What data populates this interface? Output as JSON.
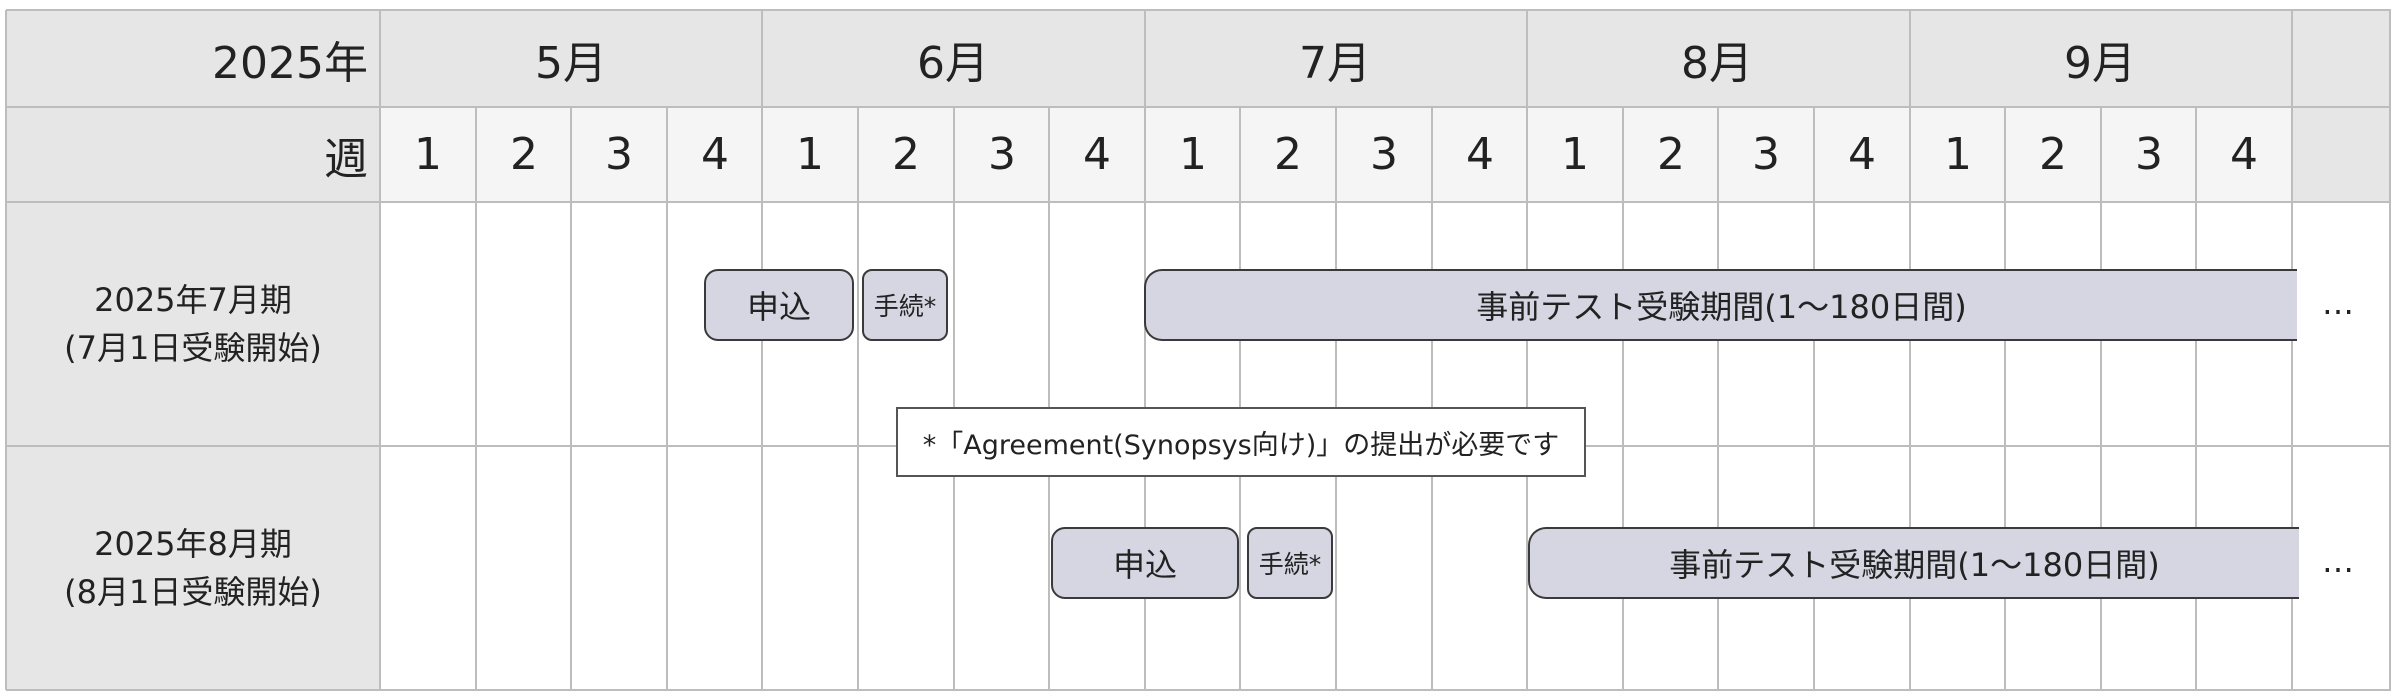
{
  "header": {
    "year_label": "2025年",
    "week_label": "週",
    "months": [
      "5月",
      "6月",
      "7月",
      "8月",
      "9月"
    ],
    "weeks": [
      "1",
      "2",
      "3",
      "4",
      "1",
      "2",
      "3",
      "4",
      "1",
      "2",
      "3",
      "4",
      "1",
      "2",
      "3",
      "4",
      "1",
      "2",
      "3",
      "4"
    ]
  },
  "rows": [
    {
      "label_line1": "2025年7月期",
      "label_line2": "(7月1日受験開始)",
      "apply_label": "申込",
      "procedure_label": "手続*",
      "period_label": "事前テスト受験期間(1〜180日間)",
      "continuation": "…"
    },
    {
      "label_line1": "2025年8月期",
      "label_line2": "(8月1日受験開始)",
      "apply_label": "申込",
      "procedure_label": "手続*",
      "period_label": "事前テスト受験期間(1〜180日間)",
      "continuation": "…"
    }
  ],
  "footnote": "*「Agreement(Synopsys向け)」の提出が必要です",
  "colors": {
    "header_bg": "#e6e6e6",
    "row_label_bg": "#e6e6e6",
    "bar_fill": "#d6d5e2",
    "bar_border": "#3a3a3a",
    "grid": "#bdbdbd"
  }
}
